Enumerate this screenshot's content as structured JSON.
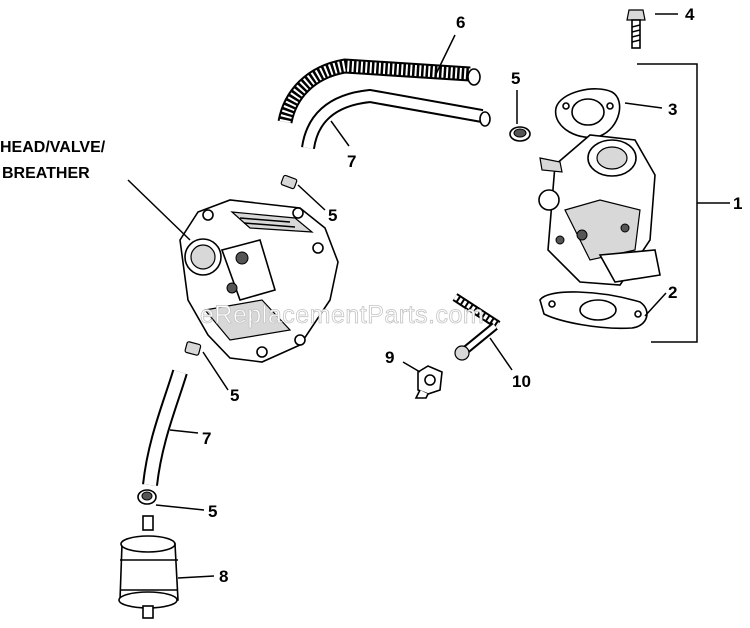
{
  "assembly_label": "HEAD/VALVE/\nBREATHER",
  "assembly_label_lines": [
    "HEAD/VALVE/",
    "BREATHER"
  ],
  "callouts": [
    {
      "id": "callout-1",
      "text": "1"
    },
    {
      "id": "callout-2",
      "text": "2"
    },
    {
      "id": "callout-3",
      "text": "3"
    },
    {
      "id": "callout-4",
      "text": "4"
    },
    {
      "id": "callout-5a",
      "text": "5"
    },
    {
      "id": "callout-5b",
      "text": "5"
    },
    {
      "id": "callout-5c",
      "text": "5"
    },
    {
      "id": "callout-5d",
      "text": "5"
    },
    {
      "id": "callout-6",
      "text": "6"
    },
    {
      "id": "callout-7a",
      "text": "7"
    },
    {
      "id": "callout-7b",
      "text": "7"
    },
    {
      "id": "callout-8",
      "text": "8"
    },
    {
      "id": "callout-9",
      "text": "9"
    },
    {
      "id": "callout-10",
      "text": "10"
    }
  ],
  "watermark": "eReplacementParts.com"
}
